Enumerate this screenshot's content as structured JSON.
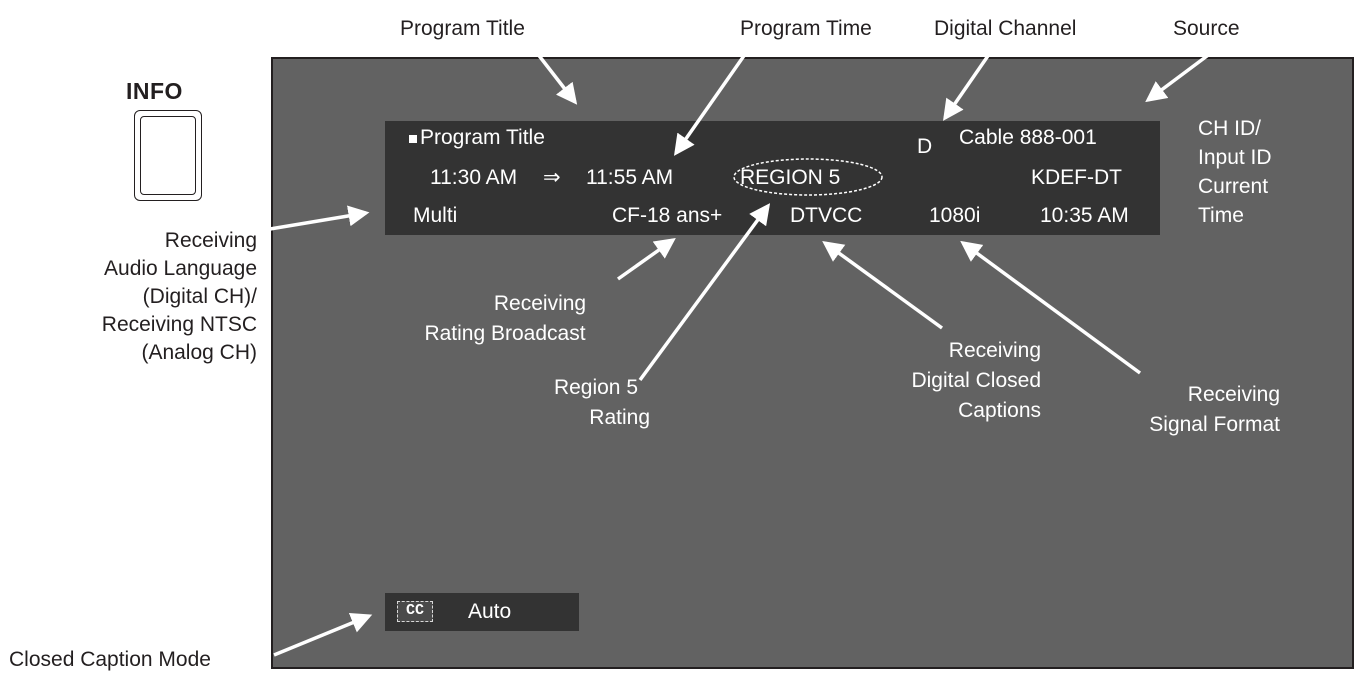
{
  "info_button": {
    "title": "INFO"
  },
  "top_labels": {
    "program_title": "Program Title",
    "program_time": "Program Time",
    "digital_channel": "Digital Channel",
    "source": "Source"
  },
  "side_labels": {
    "ch_id": "CH ID/",
    "input_id": "Input ID",
    "current": "Current",
    "time": "Time"
  },
  "left_labels": {
    "audio_lines": [
      "Receiving",
      "Audio Language",
      "(Digital CH)/",
      "Receiving NTSC",
      "(Analog CH)"
    ],
    "closed_caption_mode": "Closed Caption Mode"
  },
  "callouts": {
    "rating_broadcast": [
      "Receiving",
      "Rating Broadcast"
    ],
    "region5_rating": [
      "Region 5",
      "Rating"
    ],
    "digital_cc": [
      "Receiving",
      "Digital Closed",
      "Captions"
    ],
    "signal_format": [
      "Receiving",
      "Signal Format"
    ]
  },
  "osd": {
    "program_title": "Program Title",
    "digital_flag": "D",
    "source_channel": "Cable 888-001",
    "start_time": "11:30 AM",
    "time_arrow": "⇒",
    "end_time": "11:55 AM",
    "region": "REGION 5",
    "station_id": "KDEF-DT",
    "audio": "Multi",
    "rating": "CF-18 ans+",
    "cc_type": "DTVCC",
    "signal_format": "1080i",
    "current_time": "10:35 AM"
  },
  "cc_bar": {
    "badge": "CC",
    "mode": "Auto"
  },
  "colors": {
    "screen": "#626262",
    "panel": "#333333",
    "text": "#231f20",
    "osd_text": "#ffffff"
  }
}
